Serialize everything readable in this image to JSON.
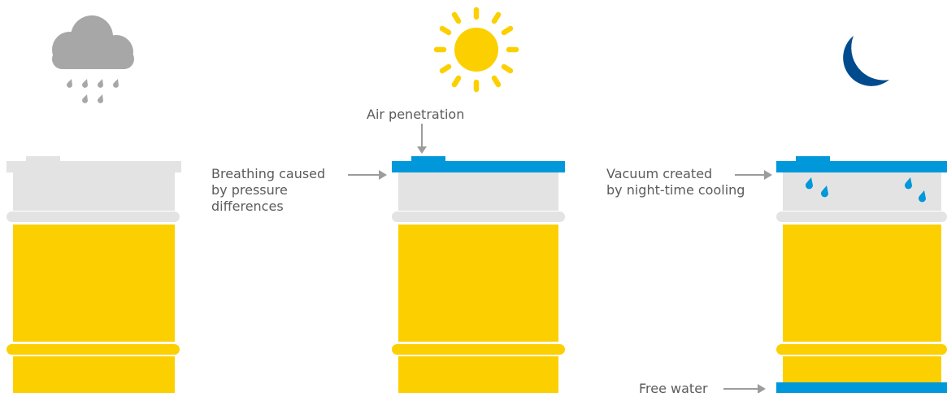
{
  "labels": {
    "air_penetration": "Air penetration",
    "breathing": [
      "Breathing caused",
      "by pressure",
      "differences"
    ],
    "vacuum": [
      "Vacuum created",
      "by night-time cooling"
    ],
    "free_water": "Free water"
  },
  "icons": {
    "left": "rain-cloud-icon",
    "middle": "sun-icon",
    "right": "crescent-moon-icon"
  },
  "colors": {
    "drum_body": "#fcd000",
    "drum_top_empty": "#e3e3e3",
    "accent_blue": "#0098da",
    "cloud": "#a7a7a7",
    "rain": "#a7a7a7",
    "sun": "#fcd000",
    "moon": "#004b8d",
    "water_drop": "#0098da",
    "arrow": "#9c9c9c",
    "text": "#5b5b5b"
  }
}
